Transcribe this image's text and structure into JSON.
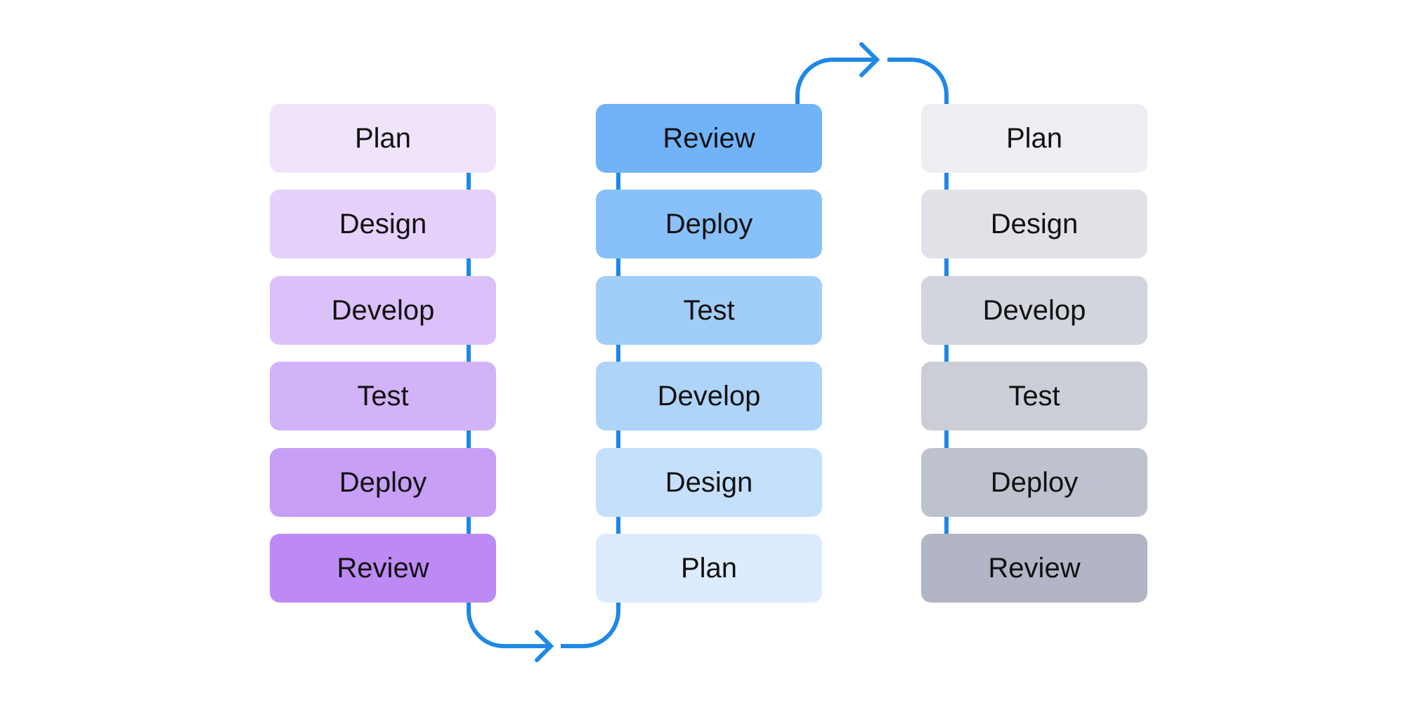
{
  "accent": "#1e88e5",
  "columns": [
    {
      "stages": [
        {
          "label": "Plan",
          "color": "#f0e4fd"
        },
        {
          "label": "Design",
          "color": "#e6d1fc"
        },
        {
          "label": "Develop",
          "color": "#dbc0fa"
        },
        {
          "label": "Test",
          "color": "#d2b2f8"
        },
        {
          "label": "Deploy",
          "color": "#c89ff6"
        },
        {
          "label": "Review",
          "color": "#bd8af5"
        }
      ]
    },
    {
      "stages": [
        {
          "label": "Review",
          "color": "#71b3f9"
        },
        {
          "label": "Deploy",
          "color": "#88c1f9"
        },
        {
          "label": "Test",
          "color": "#a1cdf9"
        },
        {
          "label": "Develop",
          "color": "#aed4fa"
        },
        {
          "label": "Design",
          "color": "#c5e0fc"
        },
        {
          "label": "Plan",
          "color": "#ddecfd"
        }
      ]
    },
    {
      "stages": [
        {
          "label": "Plan",
          "color": "#edeef2"
        },
        {
          "label": "Design",
          "color": "#e0e2e8"
        },
        {
          "label": "Develop",
          "color": "#d3d5de"
        },
        {
          "label": "Test",
          "color": "#cbced7"
        },
        {
          "label": "Deploy",
          "color": "#bec2ce"
        },
        {
          "label": "Review",
          "color": "#b1b5c5"
        }
      ]
    }
  ]
}
